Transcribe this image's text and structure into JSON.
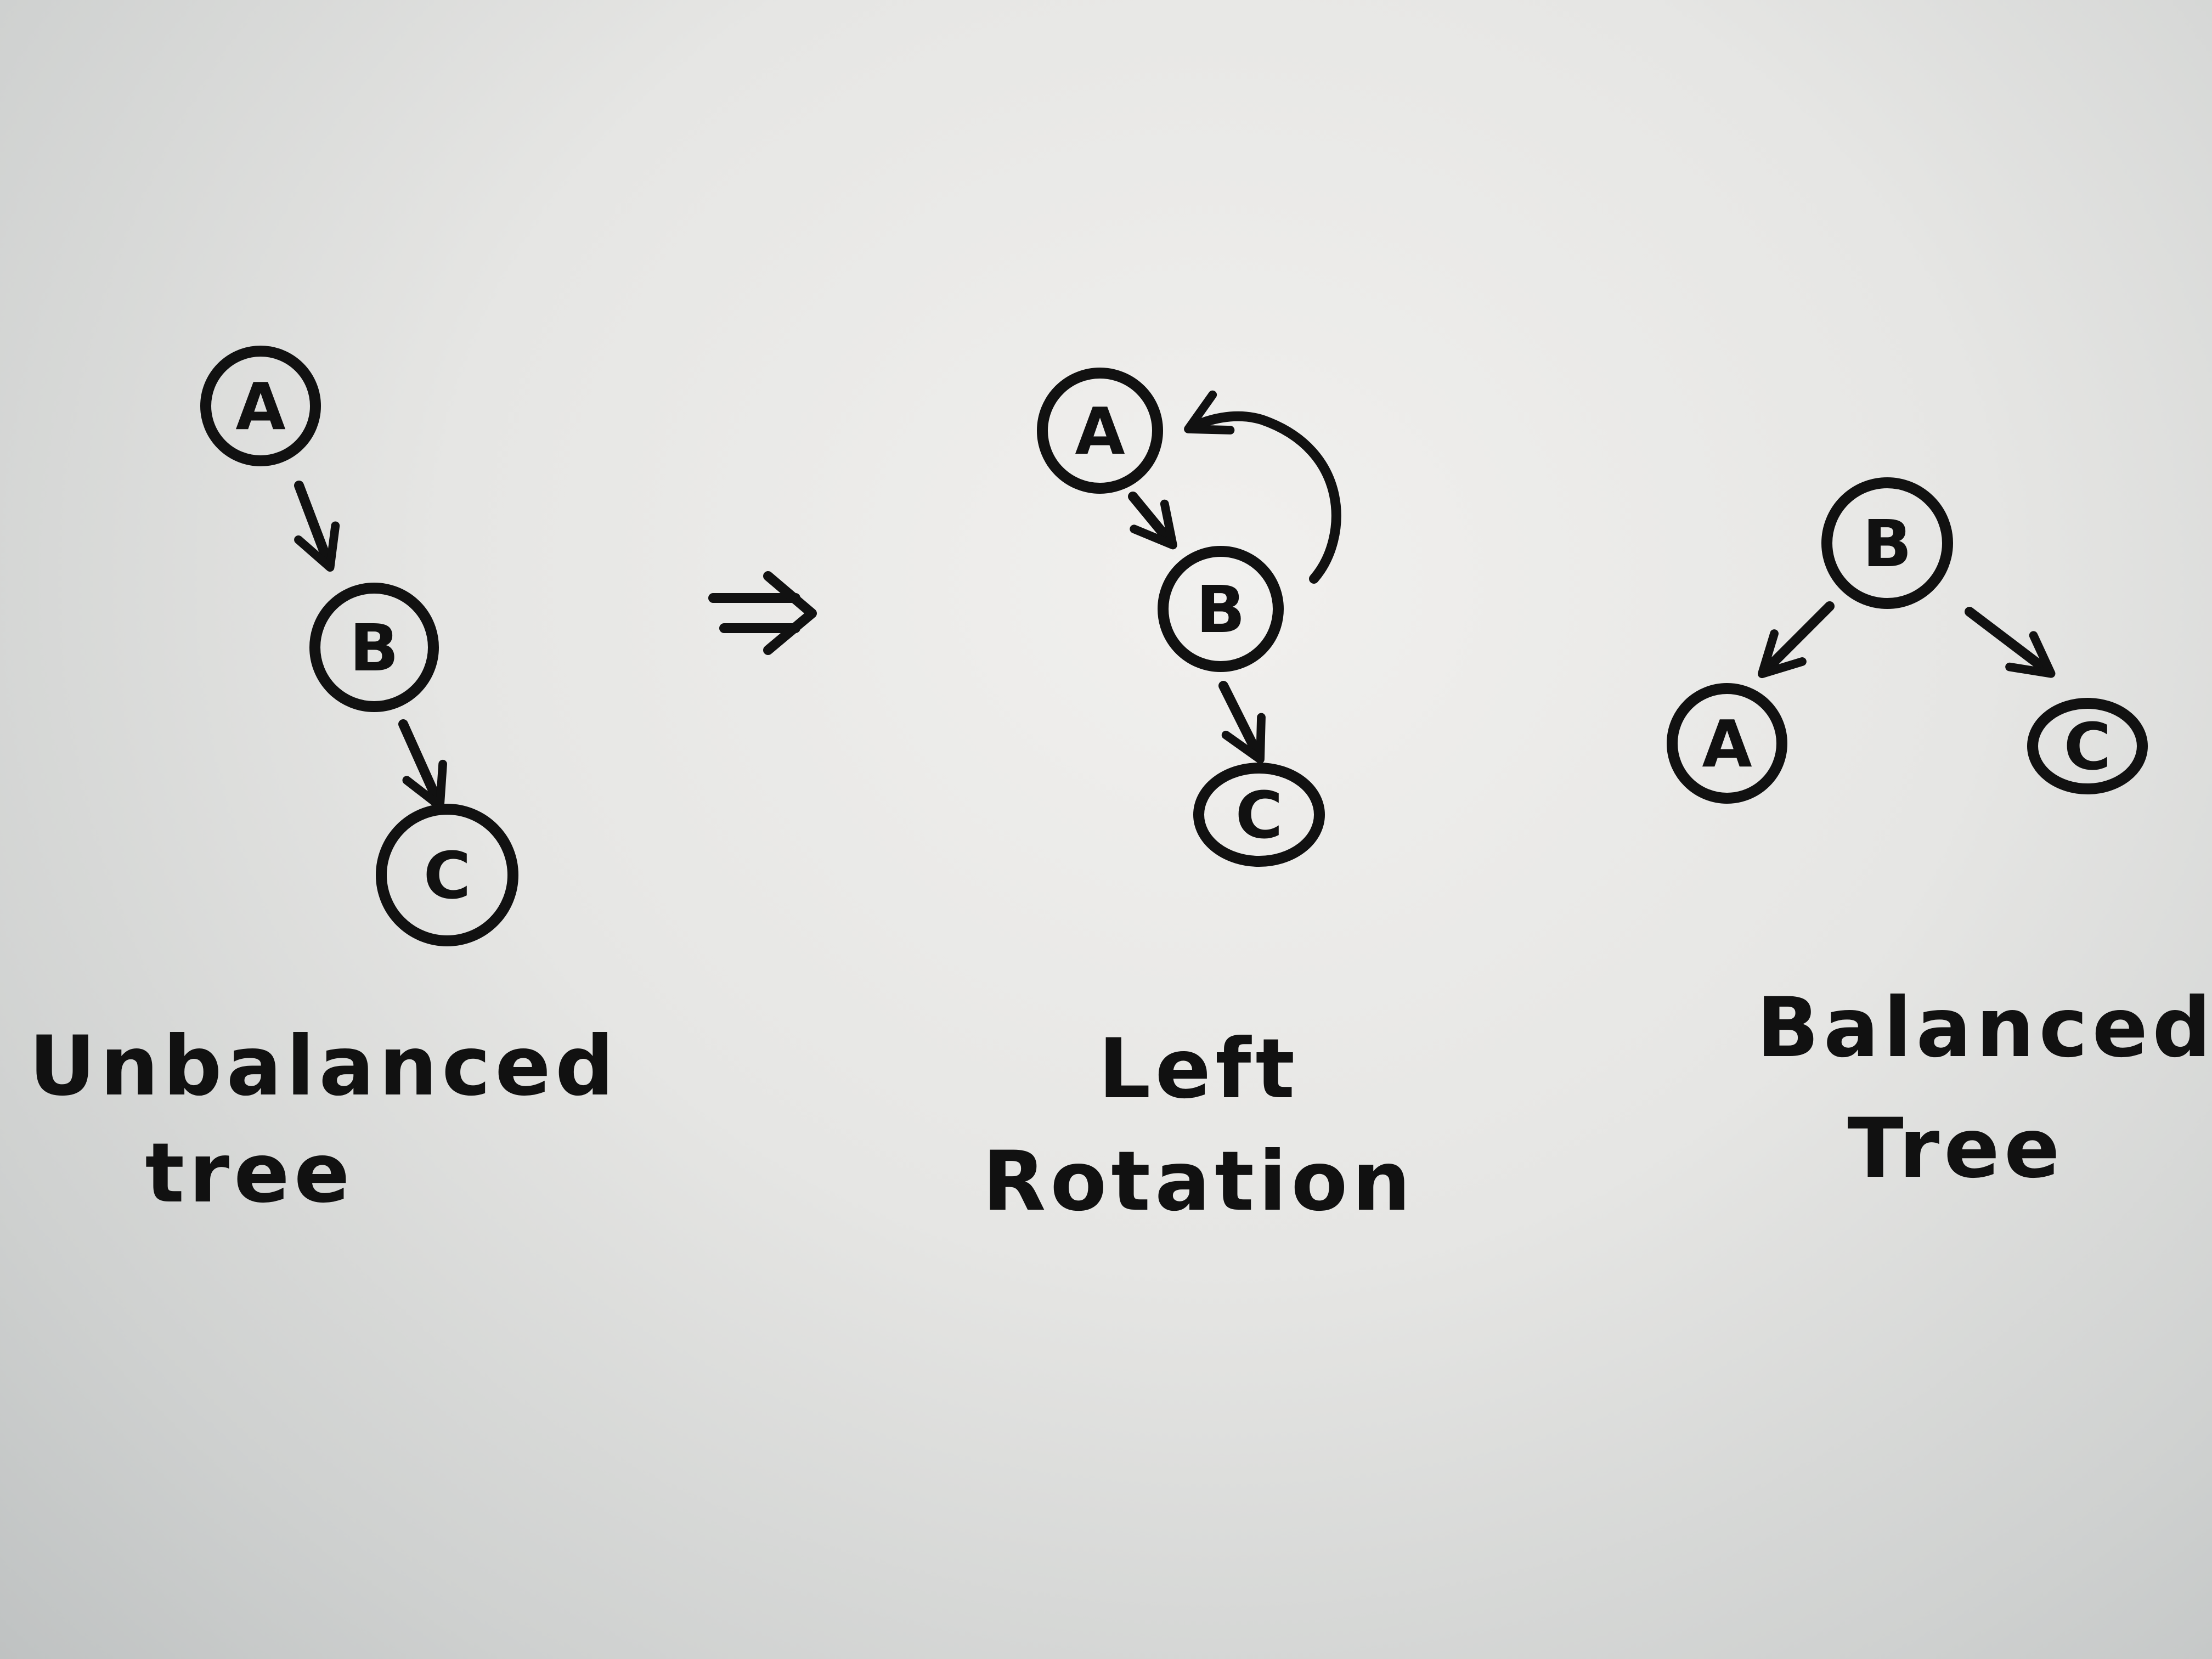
{
  "diagrams": [
    {
      "caption_line1": "Unbalanced",
      "caption_line2": "tree",
      "nodes": [
        {
          "label": "A"
        },
        {
          "label": "B"
        },
        {
          "label": "C"
        }
      ]
    },
    {
      "caption_line1": "Left",
      "caption_line2": "Rotation",
      "nodes": [
        {
          "label": "A"
        },
        {
          "label": "B"
        },
        {
          "label": "C"
        }
      ]
    },
    {
      "caption_line1": "Balanced",
      "caption_line2": "Tree",
      "nodes": [
        {
          "label": "B"
        },
        {
          "label": "A"
        },
        {
          "label": "C"
        }
      ]
    }
  ],
  "transition_symbol": "⇒"
}
